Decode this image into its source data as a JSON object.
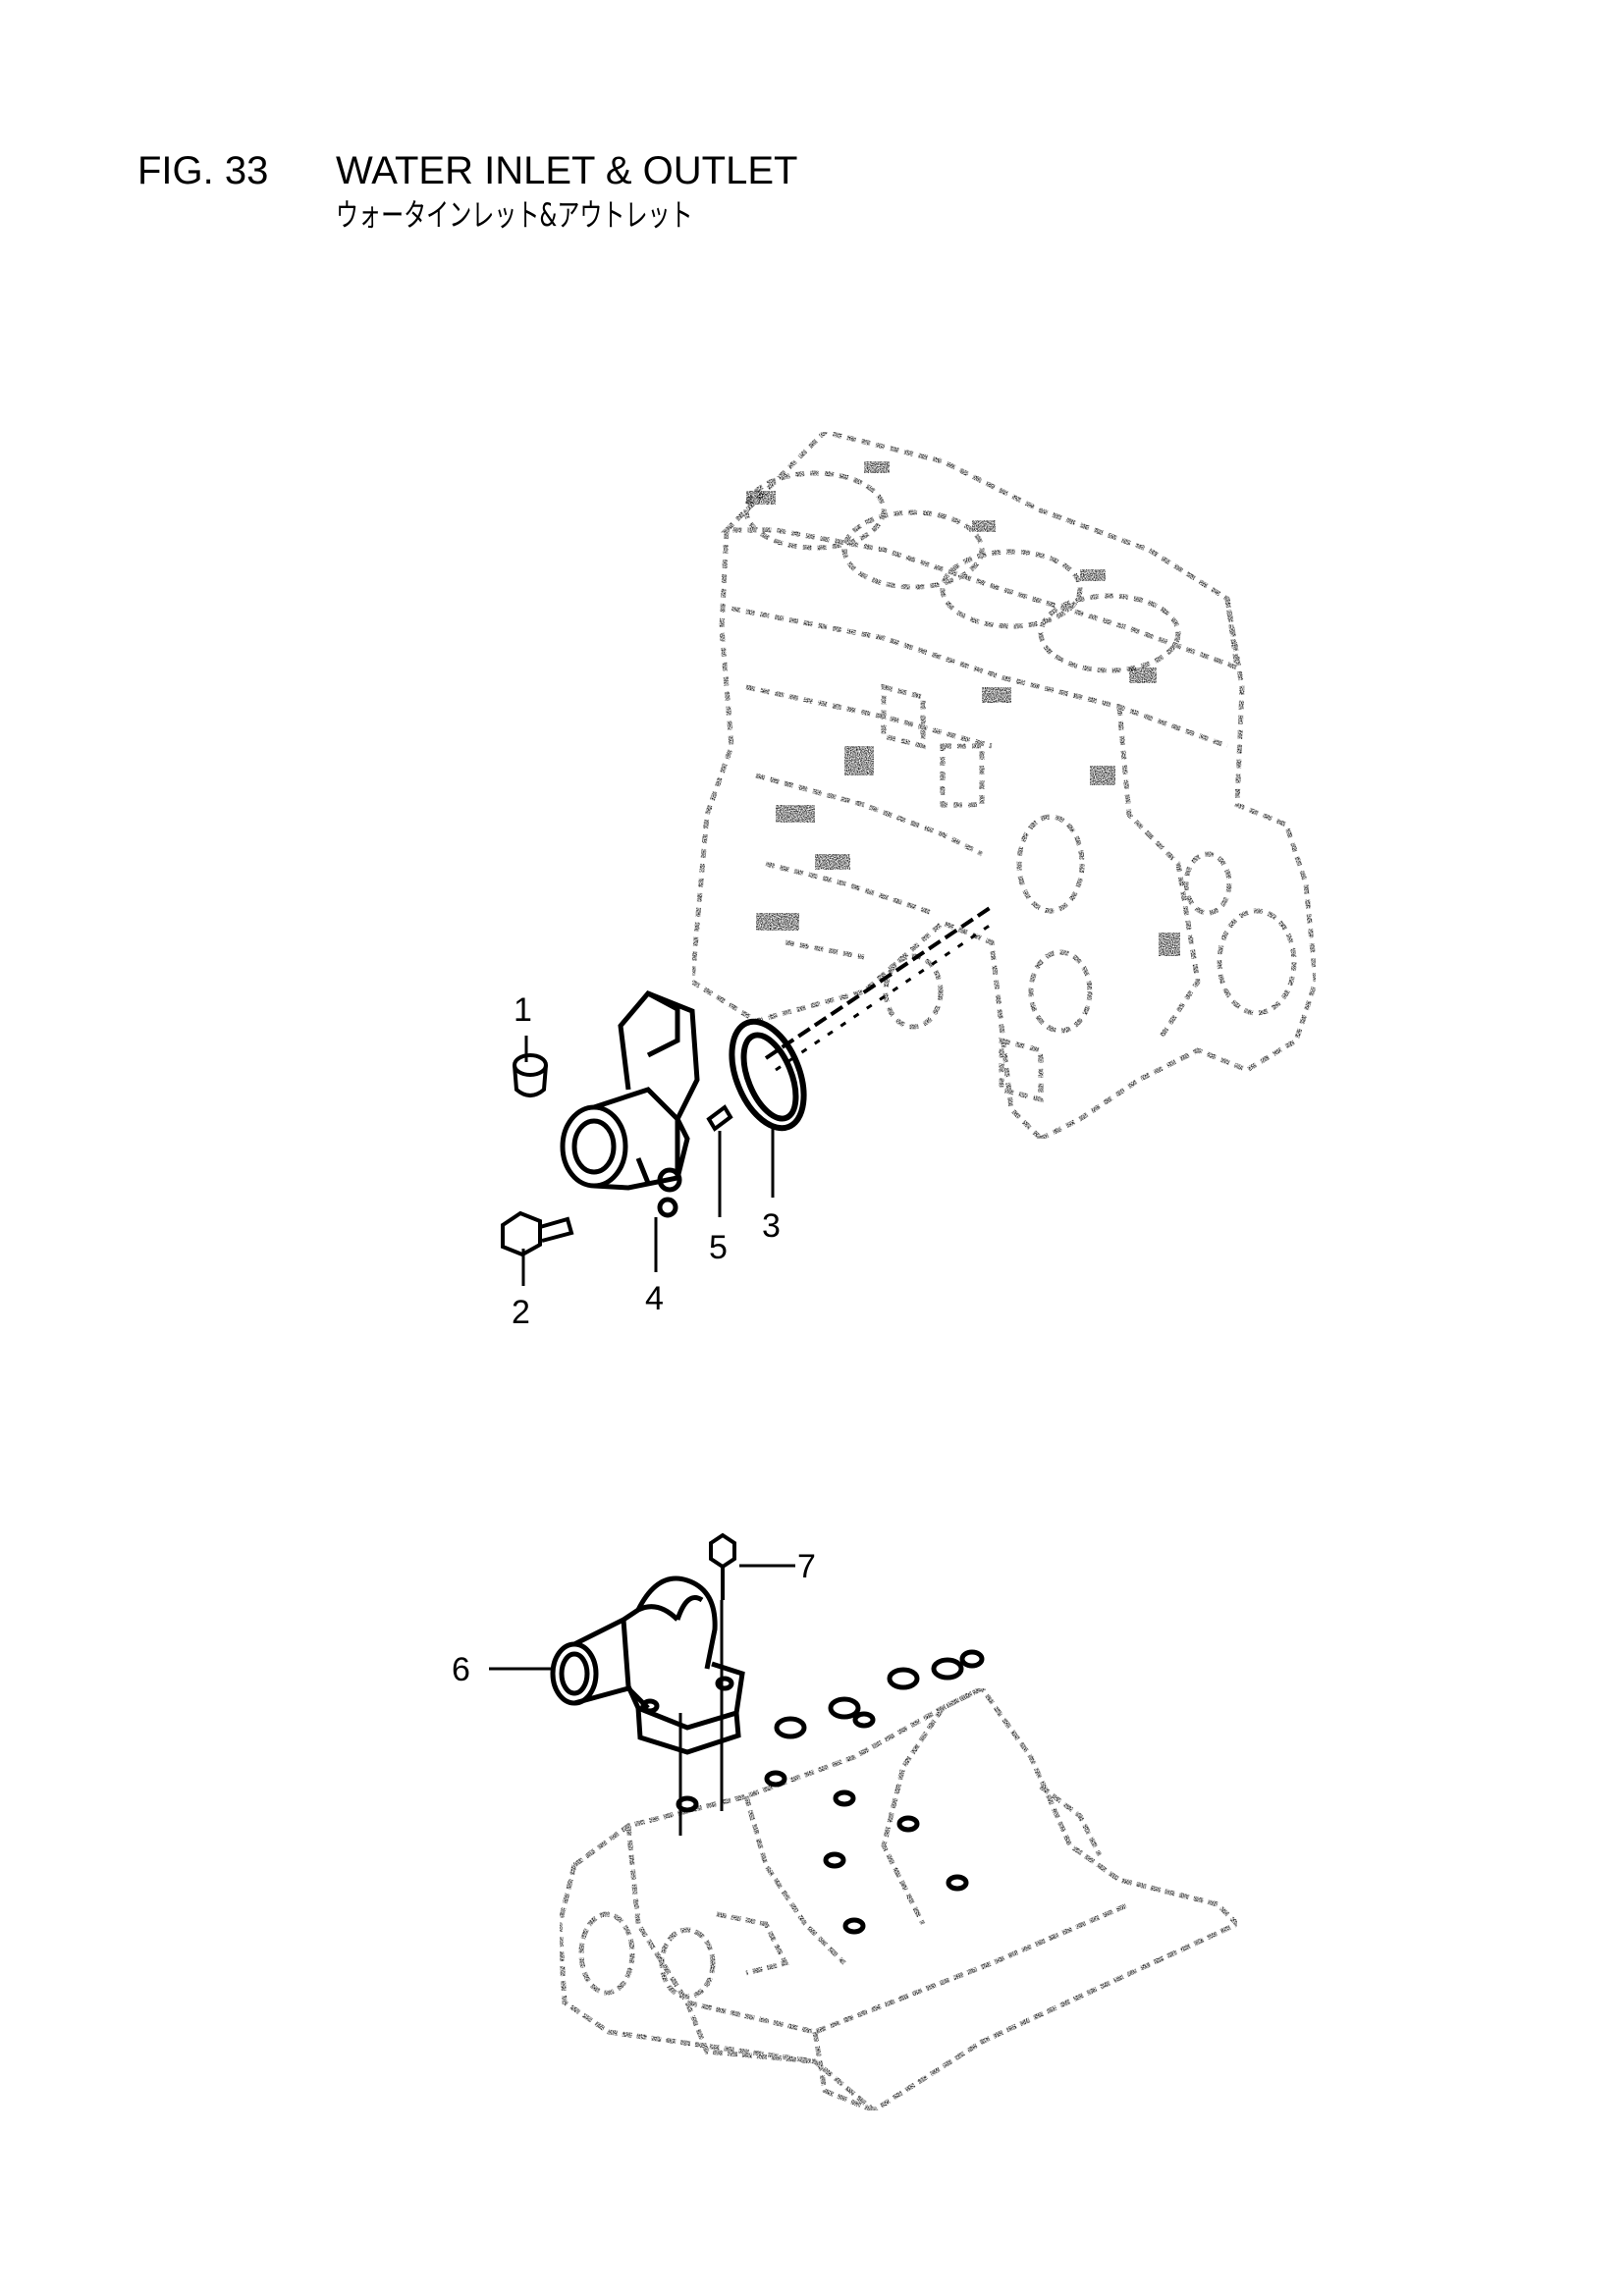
{
  "figure": {
    "number": "FIG. 33",
    "title": "WATER INLET & OUTLET",
    "subtitle": "ウォータインレット&アウトレット"
  },
  "callouts": {
    "c1": "1",
    "c2": "2",
    "c3": "3",
    "c4": "4",
    "c5": "5",
    "c6": "6",
    "c7": "7"
  },
  "icons": {
    "engine_block": "engine-block-drawing",
    "cylinder_head": "cylinder-head-drawing"
  }
}
